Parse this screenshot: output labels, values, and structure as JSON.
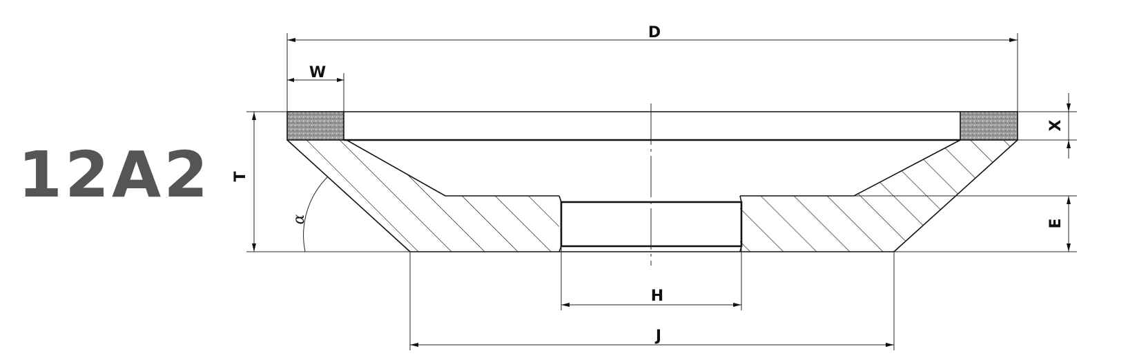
{
  "model": "12A2",
  "dimensions": {
    "D": "D",
    "W": "W",
    "T": "T",
    "X": "X",
    "E": "E",
    "H": "H",
    "J": "J",
    "alpha": "α"
  },
  "colors": {
    "line": "#111111",
    "title": "#555555",
    "abrasive": "#8a8a8a"
  }
}
